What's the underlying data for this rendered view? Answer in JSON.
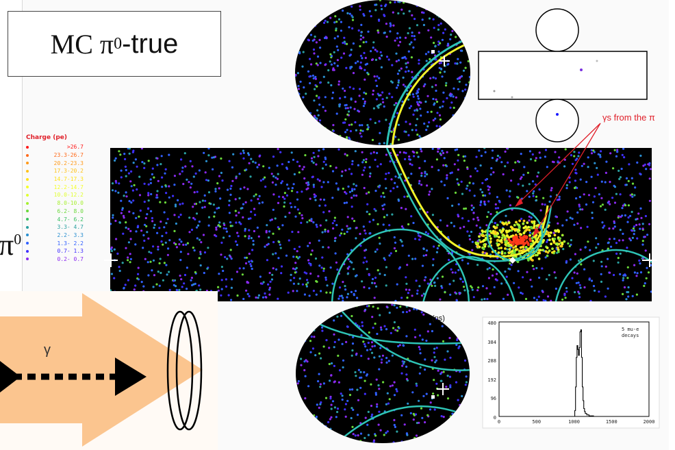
{
  "title": {
    "main": "MC π",
    "sup": "0",
    "suffix": "-true"
  },
  "legend": {
    "header": "Charge (pe)",
    "items": [
      {
        "label": ">26.7",
        "color": "#ff1a1a"
      },
      {
        "label": "23.3-26.7",
        "color": "#ff6a1a"
      },
      {
        "label": "20.2-23.3",
        "color": "#ff9a1a"
      },
      {
        "label": "17.3-20.2",
        "color": "#ffc21a"
      },
      {
        "label": "14.7-17.3",
        "color": "#ffe21a"
      },
      {
        "label": "12.2-14.7",
        "color": "#f5ff2a"
      },
      {
        "label": "10.0-12.2",
        "color": "#e0ff30"
      },
      {
        "label": "8.0-10.0",
        "color": "#a6f030"
      },
      {
        "label": "6.2- 8.0",
        "color": "#6ad83a"
      },
      {
        "label": "4.7- 6.2",
        "color": "#3ac060"
      },
      {
        "label": "3.3- 4.7",
        "color": "#2aa0a0"
      },
      {
        "label": "2.2- 3.3",
        "color": "#2a8fd0"
      },
      {
        "label": "1.3- 2.2",
        "color": "#3060ff"
      },
      {
        "label": "0.7- 1.3",
        "color": "#4030ff"
      },
      {
        "label": "0.2- 0.7",
        "color": "#8a2af0"
      }
    ]
  },
  "annotation": "γs from the π",
  "pi_fragment": {
    "text": "π",
    "sup": "0"
  },
  "diagram_label": "γ",
  "histogram": {
    "unit_label": "(ns)",
    "title_line1": "5 mu-e",
    "title_line2": "decays",
    "y_ticks": [
      "480",
      "384",
      "288",
      "192",
      "96",
      "0"
    ],
    "x_ticks": [
      "0",
      "500",
      "1000",
      "1500",
      "2000"
    ]
  },
  "colors": {
    "ring_cyan": "#2ec4b6",
    "ring_yellow": "#f3f32a",
    "arrow_orange": "#fbc58f",
    "annotation_red": "#e0202a"
  }
}
